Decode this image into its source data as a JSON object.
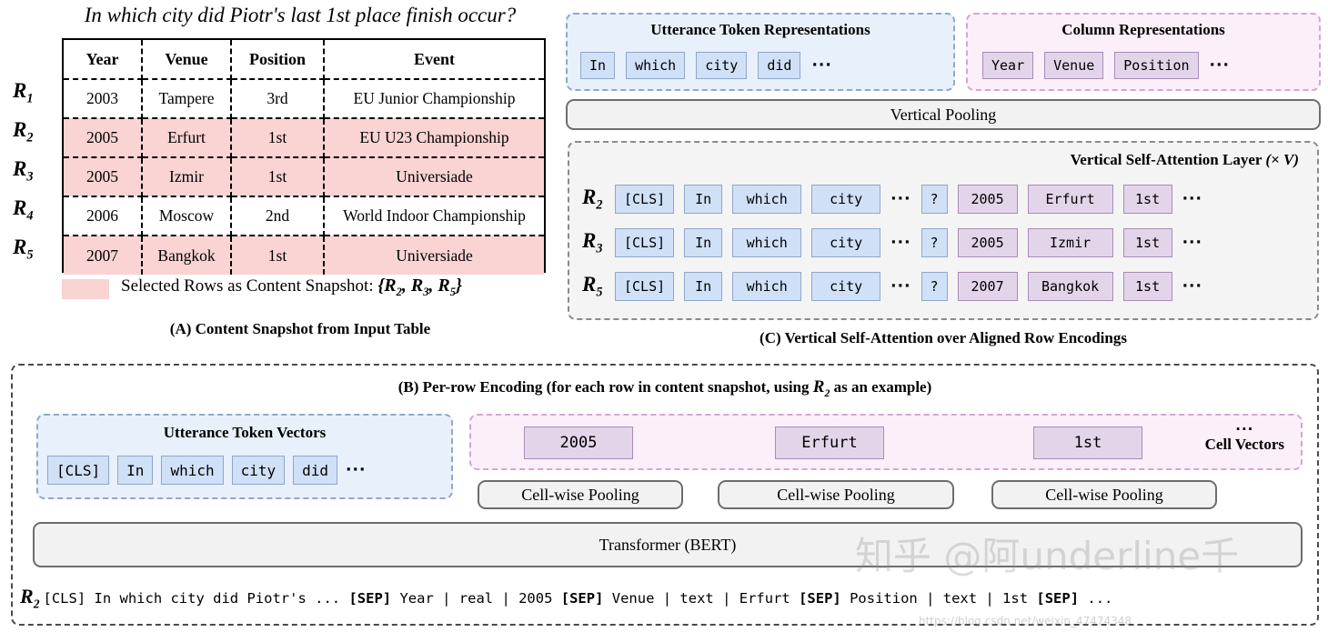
{
  "question": "In which city did Piotr's last 1st place finish occur?",
  "table": {
    "columns": [
      "Year",
      "Venue",
      "Position",
      "Event"
    ],
    "row_labels": [
      "R1",
      "R2",
      "R3",
      "R4",
      "R5"
    ],
    "rows": [
      {
        "label": "R",
        "index": "1",
        "selected": false,
        "cells": [
          "2003",
          "Tampere",
          "3rd",
          "EU Junior Championship"
        ]
      },
      {
        "label": "R",
        "index": "2",
        "selected": true,
        "cells": [
          "2005",
          "Erfurt",
          "1st",
          "EU U23 Championship"
        ]
      },
      {
        "label": "R",
        "index": "3",
        "selected": true,
        "cells": [
          "2005",
          "Izmir",
          "1st",
          "Universiade"
        ]
      },
      {
        "label": "R",
        "index": "4",
        "selected": false,
        "cells": [
          "2006",
          "Moscow",
          "2nd",
          "World Indoor Championship"
        ]
      },
      {
        "label": "R",
        "index": "5",
        "selected": true,
        "cells": [
          "2007",
          "Bangkok",
          "1st",
          "Universiade"
        ]
      }
    ],
    "highlight_color": "#fad3d3"
  },
  "legend": {
    "text": "Selected Rows as Content Snapshot",
    "separator": ":",
    "set": "{R2, R3, R5}"
  },
  "captions": {
    "a": "(A) Content Snapshot from Input Table",
    "b_prefix": "(B) Per-row Encoding (for each row in content snapshot, using",
    "b_row": "R",
    "b_row_sub": "2",
    "b_suffix": "as an example)",
    "c": "(C) Vertical Self-Attention over Aligned Row Encodings"
  },
  "utterance_representations": {
    "title": "Utterance Token Representations",
    "tokens": [
      "In",
      "which",
      "city",
      "did"
    ],
    "ellipsis": "···",
    "token_color": "#cfe0f7",
    "panel_color": "#e8f0fb"
  },
  "column_representations": {
    "title": "Column Representations",
    "tokens": [
      "Year",
      "Venue",
      "Position"
    ],
    "ellipsis": "···",
    "token_color": "#e2d5e9",
    "panel_color": "#fbeffa"
  },
  "vertical_pooling": {
    "label": "Vertical Pooling"
  },
  "vertical_self_attention": {
    "title": "Vertical Self-Attention Layer",
    "multiplier": "(× V)",
    "rows": [
      {
        "label": "R",
        "sub": "2",
        "utterance_tokens": [
          "[CLS]",
          "In",
          "which",
          "city"
        ],
        "mid_ellipsis": "···",
        "question_token": "?",
        "cells": [
          "2005",
          "Erfurt",
          "1st"
        ],
        "trail_ellipsis": "···"
      },
      {
        "label": "R",
        "sub": "3",
        "utterance_tokens": [
          "[CLS]",
          "In",
          "which",
          "city"
        ],
        "mid_ellipsis": "···",
        "question_token": "?",
        "cells": [
          "2005",
          "Izmir",
          "1st"
        ],
        "trail_ellipsis": "···"
      },
      {
        "label": "R",
        "sub": "5",
        "utterance_tokens": [
          "[CLS]",
          "In",
          "which",
          "city"
        ],
        "mid_ellipsis": "···",
        "question_token": "?",
        "cells": [
          "2007",
          "Bangkok",
          "1st"
        ],
        "trail_ellipsis": "···"
      }
    ]
  },
  "utterance_token_vectors": {
    "title": "Utterance Token Vectors",
    "tokens": [
      "[CLS]",
      "In",
      "which",
      "city",
      "did"
    ],
    "ellipsis": "···"
  },
  "cell_vectors": {
    "label": "Cell Vectors",
    "ellipsis": "···",
    "cells": [
      "2005",
      "Erfurt",
      "1st"
    ],
    "pooling_label": "Cell-wise Pooling",
    "pooling_labels": [
      "Cell-wise Pooling",
      "Cell-wise Pooling",
      "Cell-wise Pooling"
    ]
  },
  "transformer": {
    "label": "Transformer (BERT)"
  },
  "sequence": {
    "row_label": "R",
    "row_sub": "2",
    "text": "[CLS] In which city did Piotr's ... [SEP] Year | real | 2005 [SEP] Venue | text | Erfurt [SEP] Position | text | 1st [SEP] ..."
  },
  "watermark": {
    "text": "知乎 @阿underline千",
    "url": "https://blog.csdn.net/weixin_47474348"
  }
}
